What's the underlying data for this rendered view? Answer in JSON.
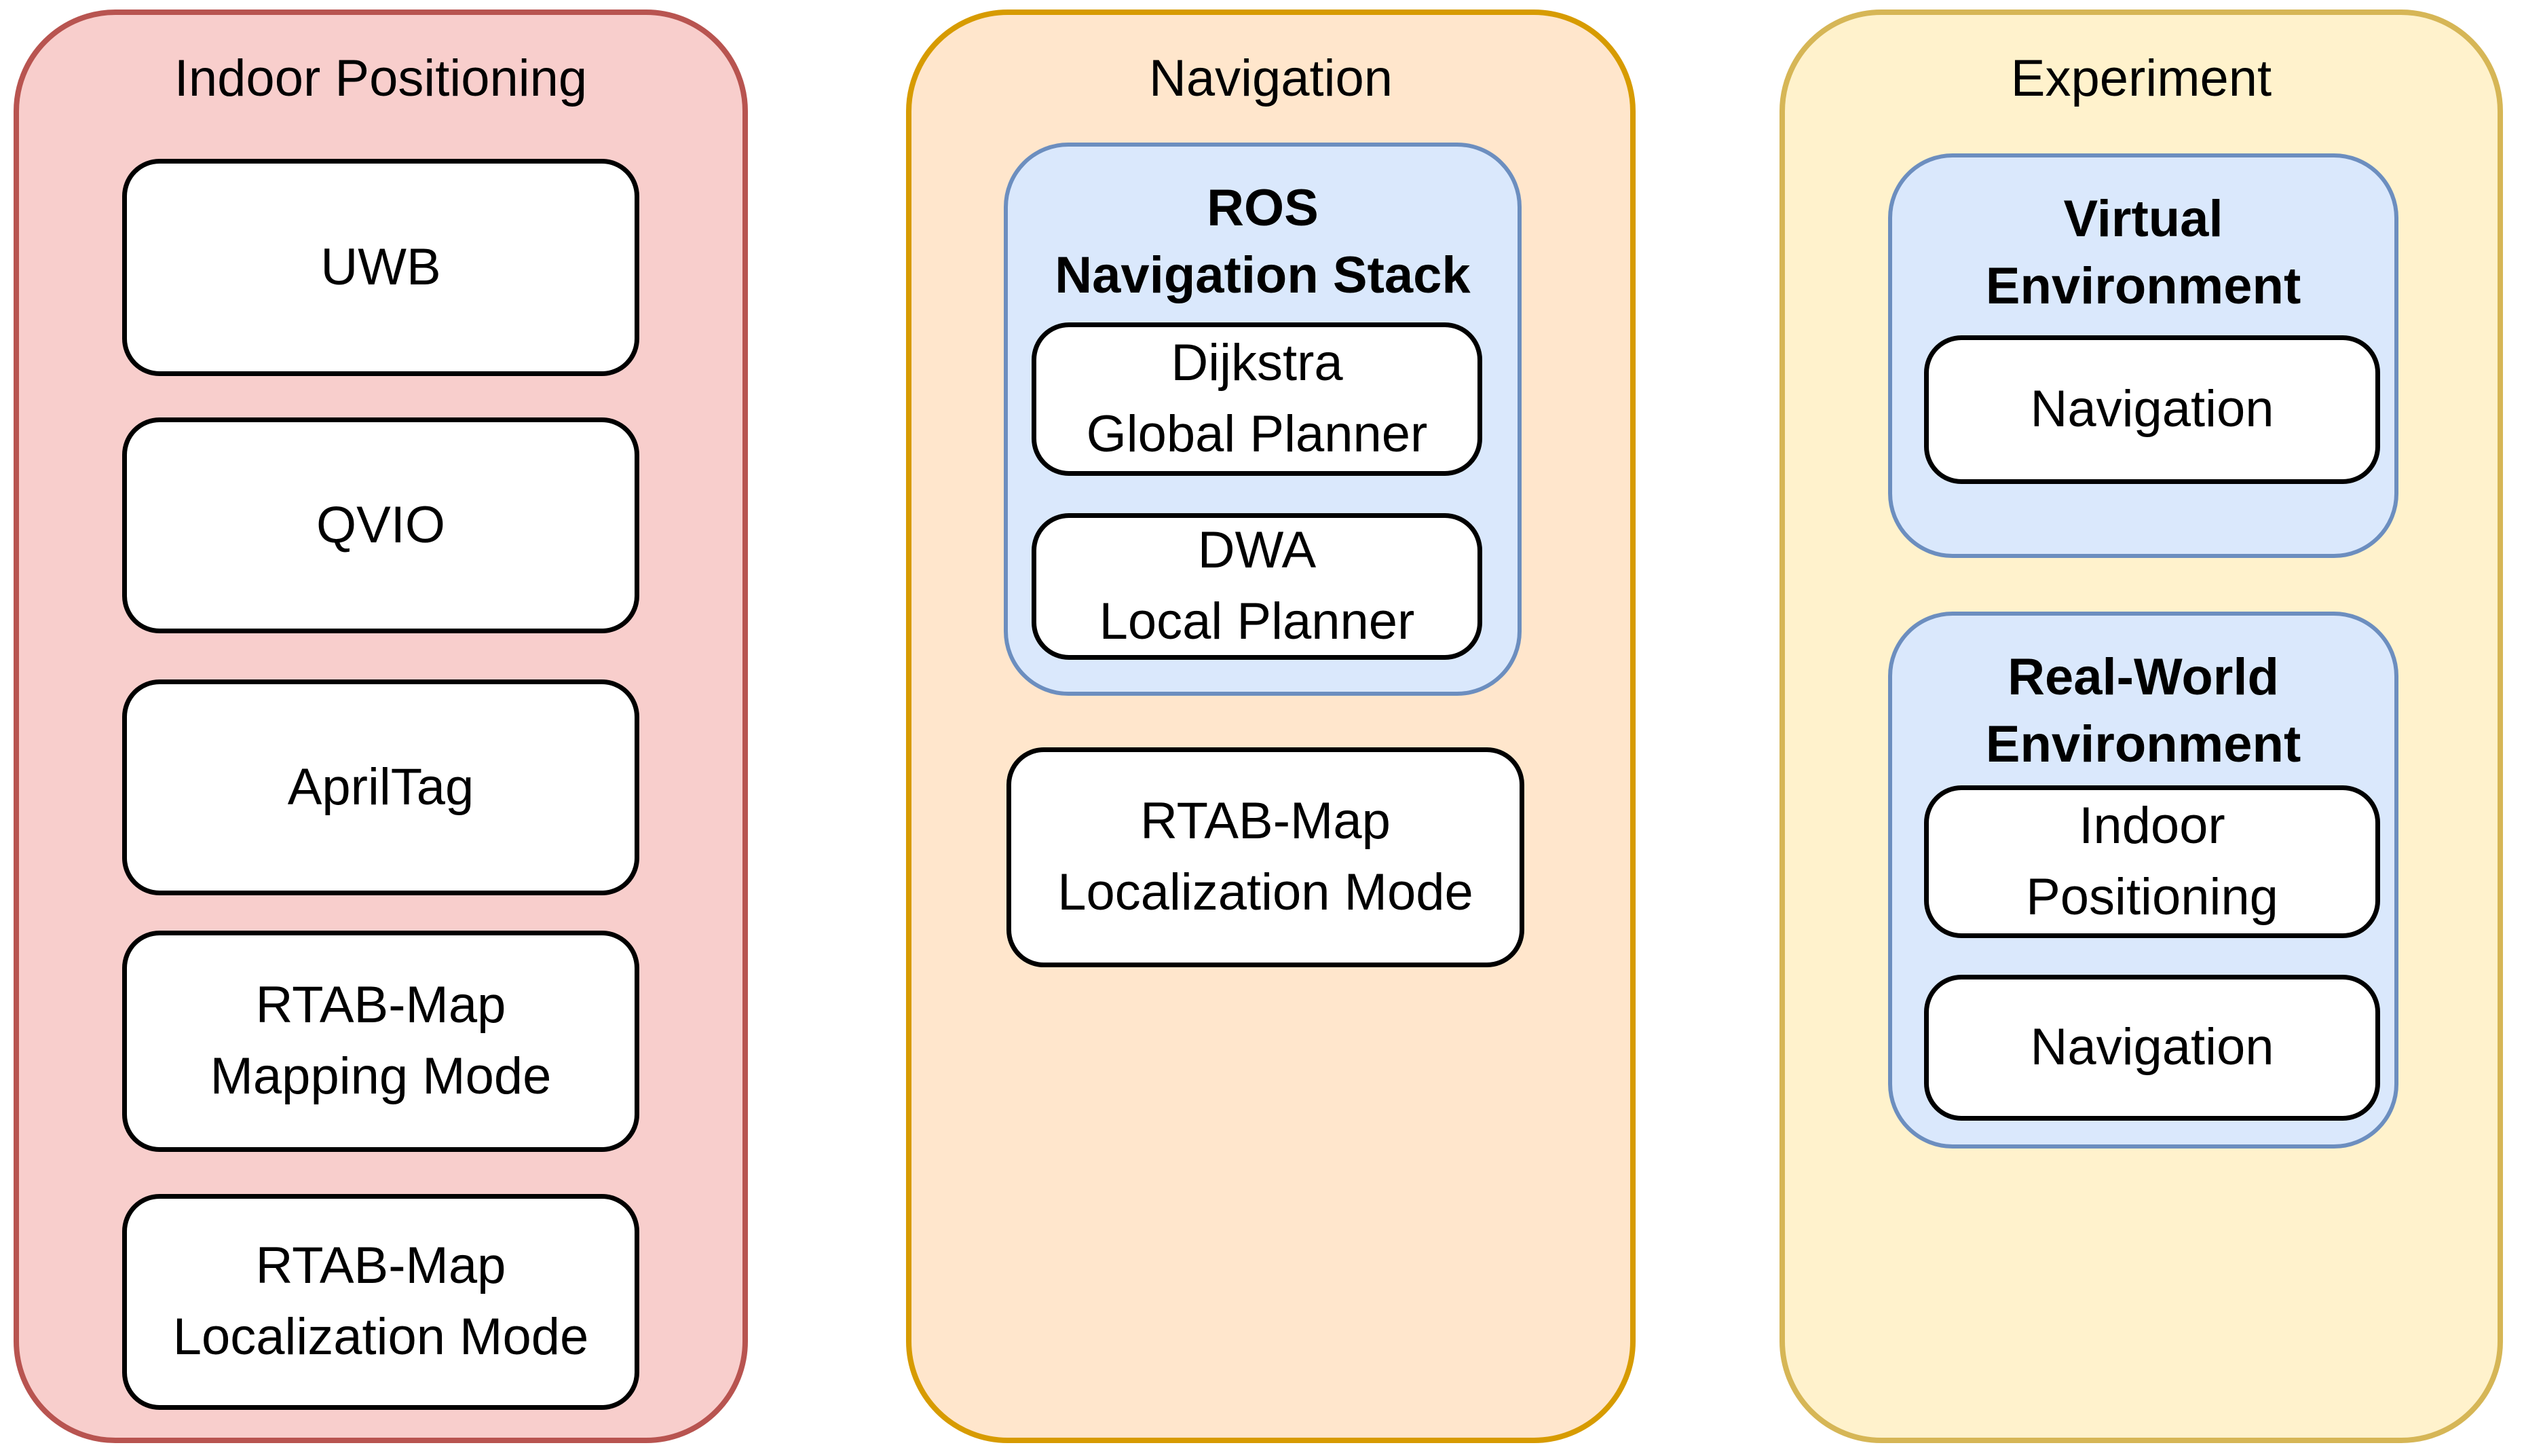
{
  "colors": {
    "red_fill": "#f8cecc",
    "red_stroke": "#b85450",
    "orange_fill": "#ffe6cc",
    "orange_stroke": "#d79b00",
    "yellow_fill": "#fff2cc",
    "yellow_stroke": "#d6b656",
    "blue_fill": "#dae8fc",
    "blue_stroke": "#6c8ebf",
    "node_fill": "#ffffff",
    "node_stroke": "#000000",
    "text_color": "#000000"
  },
  "indoor": {
    "title": "Indoor Positioning",
    "items": [
      "UWB",
      "QVIO",
      "AprilTag",
      "RTAB-Map\nMapping Mode",
      "RTAB-Map\nLocalization Mode"
    ]
  },
  "navigation": {
    "title": "Navigation",
    "ros_stack": {
      "title": "ROS\nNavigation Stack",
      "items": [
        "Dijkstra\nGlobal Planner",
        "DWA\nLocal Planner"
      ]
    },
    "standalone": "RTAB-Map\nLocalization Mode"
  },
  "experiment": {
    "title": "Experiment",
    "virtual_env": {
      "title": "Virtual\nEnvironment",
      "items": [
        "Navigation"
      ]
    },
    "real_world_env": {
      "title": "Real-World\nEnvironment",
      "items": [
        "Indoor\nPositioning",
        "Navigation"
      ]
    }
  }
}
